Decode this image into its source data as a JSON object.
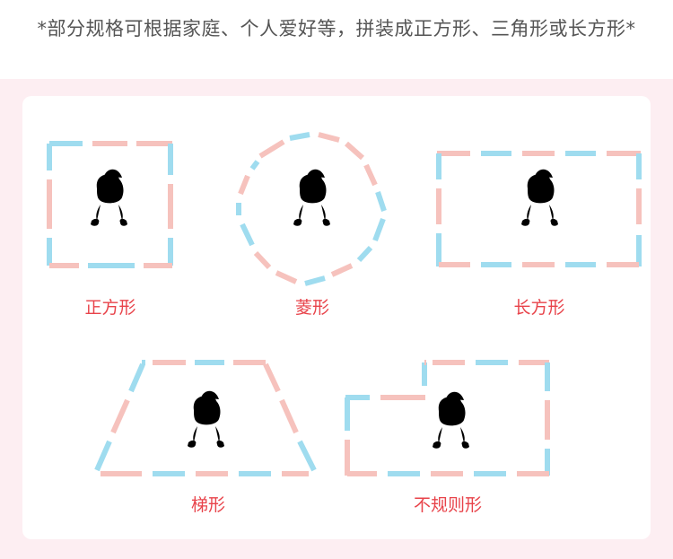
{
  "heading": "*部分规格可根据家庭、个人爱好等，拼装成正方形、三角形或长方形*",
  "shapes": [
    {
      "id": "square",
      "label": "正方形"
    },
    {
      "id": "rhombus",
      "label": "菱形"
    },
    {
      "id": "rectangle",
      "label": "长方形"
    },
    {
      "id": "trapezoid",
      "label": "梯形"
    },
    {
      "id": "irregular",
      "label": "不规则形"
    }
  ],
  "colors": {
    "pink_segment": "#f6c2bd",
    "blue_segment": "#9fdcef",
    "label_red": "#e8434a",
    "background_pink": "#fdeef2"
  },
  "icons": [
    "baby-doll-icon"
  ]
}
